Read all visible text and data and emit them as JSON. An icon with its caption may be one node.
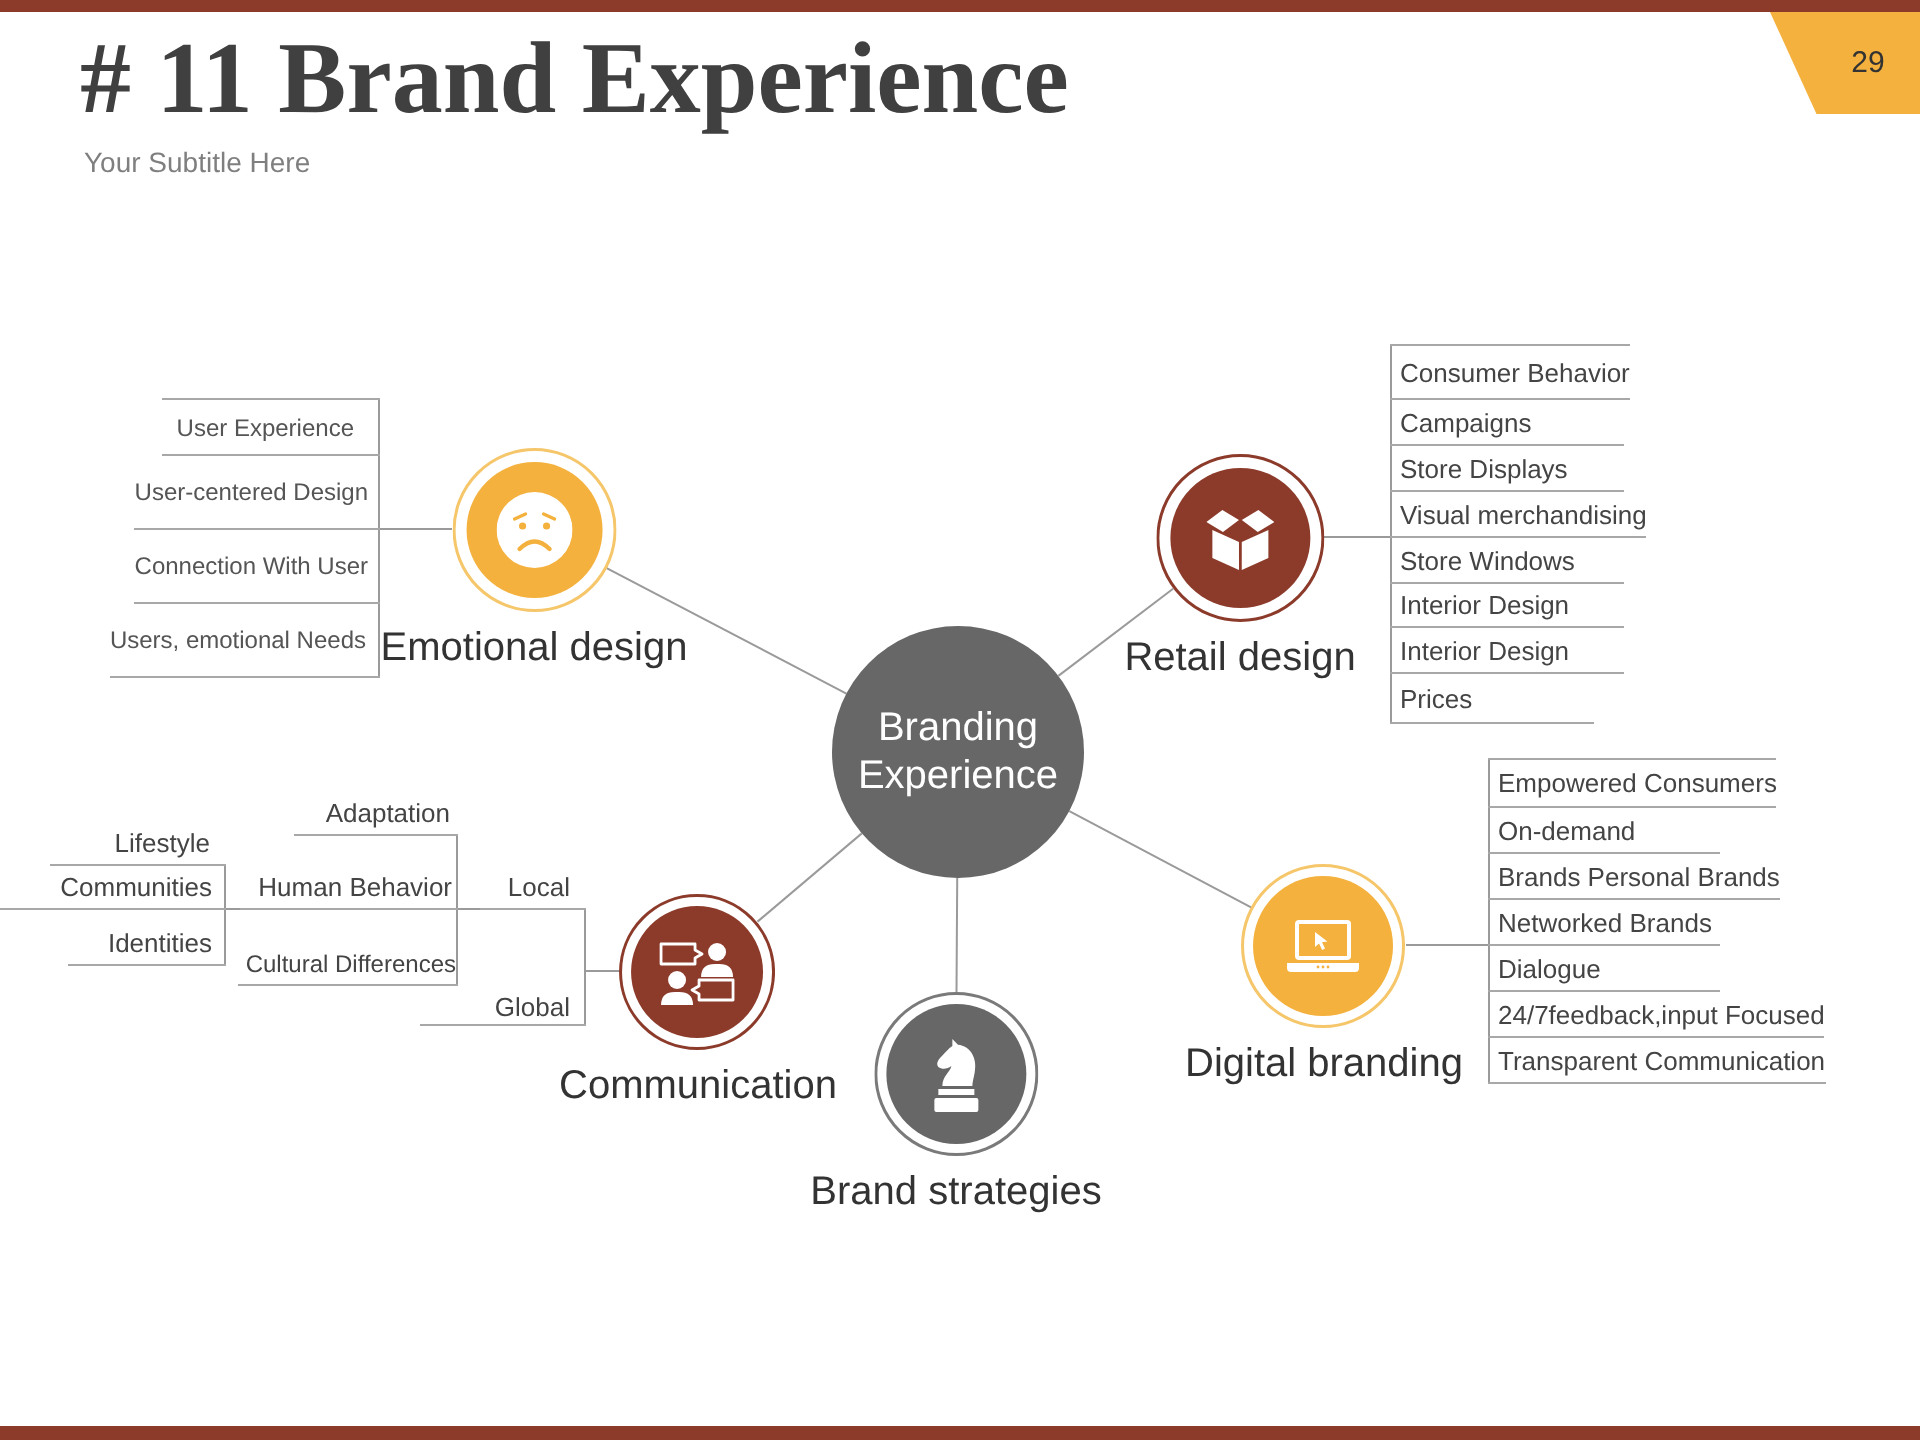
{
  "diagram": {
    "title": "# 11 Brand Experience",
    "nodes": [
      {
        "text": [
          "29"
        ]
      },
      {
        "text": [
          "Branding Experience"
        ]
      },
      {
        "text": [
          "Emotional design"
        ]
      },
      {
        "text": [
          "User Experience"
        ]
      },
      {
        "text": [
          "User-centered Design"
        ]
      },
      {
        "text": [
          "Connection With User"
        ]
      },
      {
        "text": [
          "Users, emotional Needs"
        ]
      },
      {
        "text": [
          "Retail design"
        ]
      },
      {
        "text": [
          "Consumer Behavior"
        ]
      },
      {
        "text": [
          "Campaigns"
        ]
      },
      {
        "text": [
          "Store Displays"
        ]
      },
      {
        "text": [
          "Visual merchandising"
        ]
      },
      {
        "text": [
          "Store Windows"
        ]
      },
      {
        "text": [
          "Interior Design"
        ]
      },
      {
        "text": [
          "Interior Design"
        ]
      },
      {
        "text": [
          "Prices"
        ]
      },
      {
        "text": [
          "Communication"
        ]
      },
      {
        "text": [
          "Local"
        ]
      },
      {
        "text": [
          "Global"
        ]
      },
      {
        "text": [
          "Adaptation"
        ]
      },
      {
        "text": [
          "Human Behavior"
        ]
      },
      {
        "text": [
          "Cultural Differences"
        ]
      },
      {
        "text": [
          "Lifestyle"
        ]
      },
      {
        "text": [
          "Communities"
        ]
      },
      {
        "text": [
          "Identities"
        ]
      },
      {
        "text": [
          "Brand strategies"
        ]
      },
      {
        "text": [
          "Digital branding"
        ]
      },
      {
        "text": [
          "Empowered Consumers"
        ]
      },
      {
        "text": [
          "On-demand"
        ]
      },
      {
        "text": [
          "Brands Personal Brands"
        ]
      },
      {
        "text": [
          "Networked Brands"
        ]
      },
      {
        "text": [
          "Dialogue"
        ]
      },
      {
        "text": [
          "24/7feedback,input Focused"
        ]
      },
      {
        "text": [
          "Transparent Communication"
        ]
      }
    ],
    "edges": [
      {
        "from": 1,
        "to": 2,
        "arrow": "none"
      },
      {
        "from": 1,
        "to": 7,
        "arrow": "none"
      },
      {
        "from": 1,
        "to": 16,
        "arrow": "none"
      },
      {
        "from": 1,
        "to": 25,
        "arrow": "none"
      },
      {
        "from": 1,
        "to": 26,
        "arrow": "none"
      },
      {
        "from": 2,
        "to": 3,
        "arrow": "none"
      },
      {
        "from": 2,
        "to": 4,
        "arrow": "none"
      },
      {
        "from": 2,
        "to": 5,
        "arrow": "none"
      },
      {
        "from": 2,
        "to": 6,
        "arrow": "none"
      },
      {
        "from": 7,
        "to": 8,
        "arrow": "none"
      },
      {
        "from": 7,
        "to": 9,
        "arrow": "none"
      },
      {
        "from": 7,
        "to": 10,
        "arrow": "none"
      },
      {
        "from": 7,
        "to": 11,
        "arrow": "none"
      },
      {
        "from": 7,
        "to": 12,
        "arrow": "none"
      },
      {
        "from": 7,
        "to": 13,
        "arrow": "none"
      },
      {
        "from": 7,
        "to": 14,
        "arrow": "none"
      },
      {
        "from": 7,
        "to": 15,
        "arrow": "none"
      },
      {
        "from": 16,
        "to": 17,
        "arrow": "none"
      },
      {
        "from": 16,
        "to": 18,
        "arrow": "none"
      },
      {
        "from": 17,
        "to": 19,
        "arrow": "none"
      },
      {
        "from": 17,
        "to": 20,
        "arrow": "none"
      },
      {
        "from": 17,
        "to": 21,
        "arrow": "none"
      },
      {
        "from": 20,
        "to": 22,
        "arrow": "none"
      },
      {
        "from": 20,
        "to": 23,
        "arrow": "none"
      },
      {
        "from": 20,
        "to": 24,
        "arrow": "none"
      },
      {
        "from": 26,
        "to": 27,
        "arrow": "none"
      },
      {
        "from": 26,
        "to": 28,
        "arrow": "none"
      },
      {
        "from": 26,
        "to": 29,
        "arrow": "none"
      },
      {
        "from": 26,
        "to": 30,
        "arrow": "none"
      },
      {
        "from": 26,
        "to": 31,
        "arrow": "none"
      },
      {
        "from": 26,
        "to": 32,
        "arrow": "none"
      },
      {
        "from": 26,
        "to": 33,
        "arrow": "none"
      }
    ],
    "labels": [
      "Your Subtitle Here"
    ]
  }
}
